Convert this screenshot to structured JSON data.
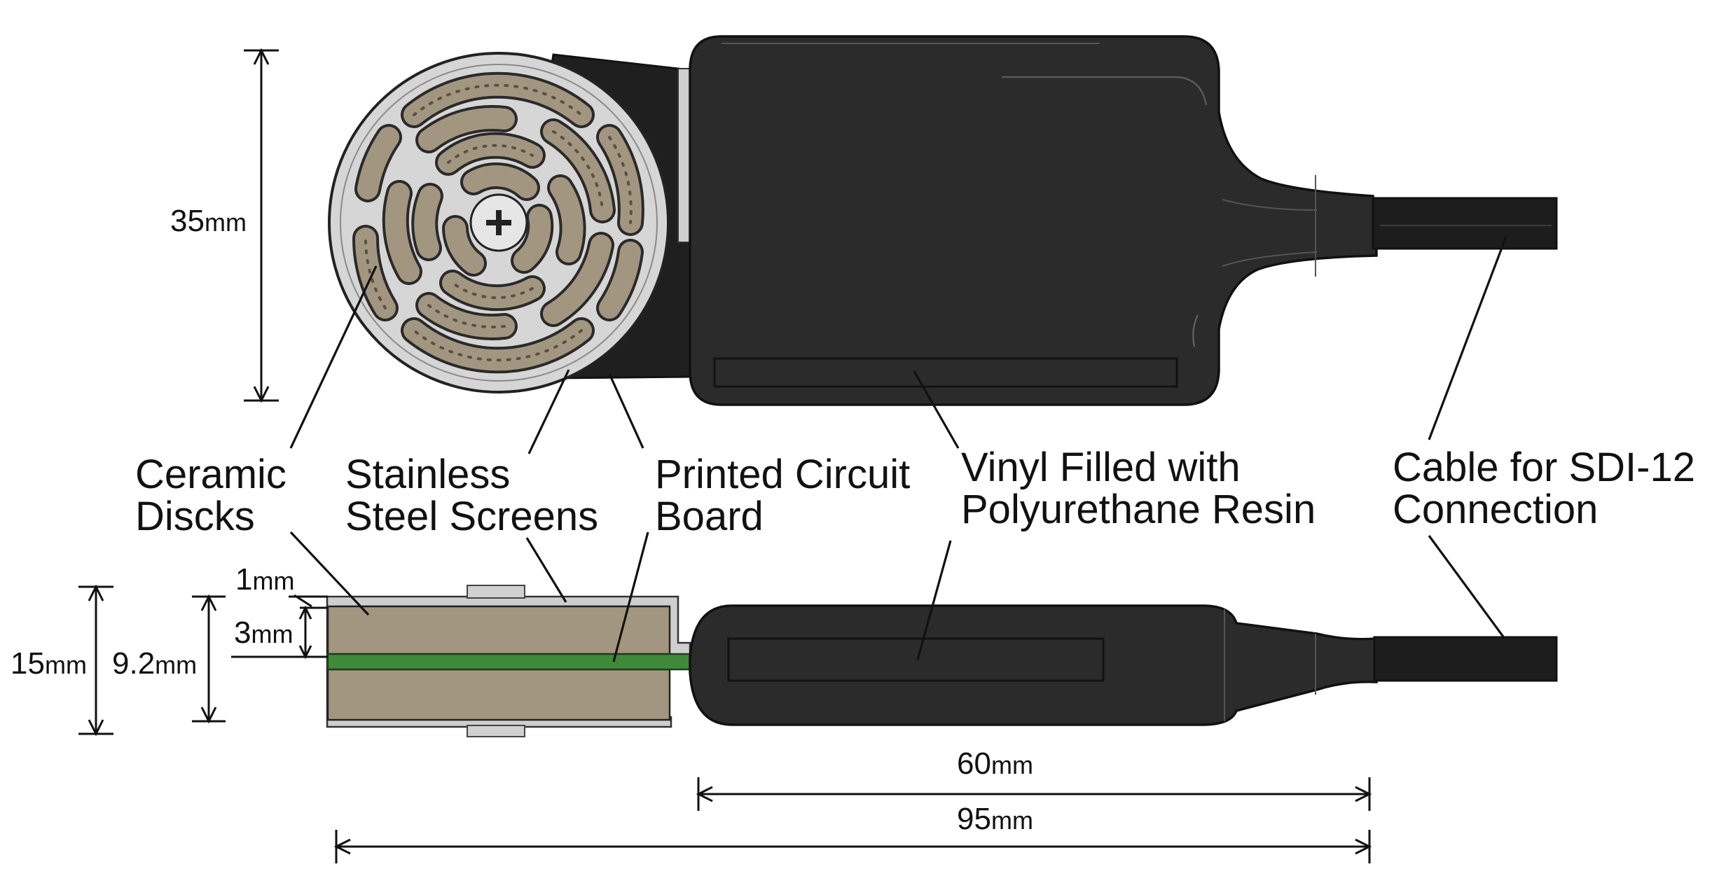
{
  "labels": {
    "ceramic_discs": [
      "Ceramic",
      "Discks"
    ],
    "stainless_screens": [
      "Stainless",
      "Steel Screens"
    ],
    "pcb": [
      "Printed Circuit",
      "Board"
    ],
    "vinyl": [
      "Vinyl Filled with",
      "Polyurethane Resin"
    ],
    "cable": [
      "Cable for SDI-12",
      "Connection"
    ]
  },
  "dimensions": {
    "height_top": {
      "value": "35",
      "unit": "mm"
    },
    "thickness_total": {
      "value": "15",
      "unit": "mm"
    },
    "thickness_core": {
      "value": "9.2",
      "unit": "mm"
    },
    "screen_thickness": {
      "value": "1",
      "unit": "mm"
    },
    "disc_thickness": {
      "value": "3",
      "unit": "mm"
    },
    "body_length": {
      "value": "60",
      "unit": "mm"
    },
    "total_length": {
      "value": "95",
      "unit": "mm"
    }
  },
  "colors": {
    "body": "#2b2b2b",
    "body_outline": "#111111",
    "steel": "#d9d9d9",
    "ceramic": "#a39680",
    "pcb": "#3f8a3a"
  }
}
